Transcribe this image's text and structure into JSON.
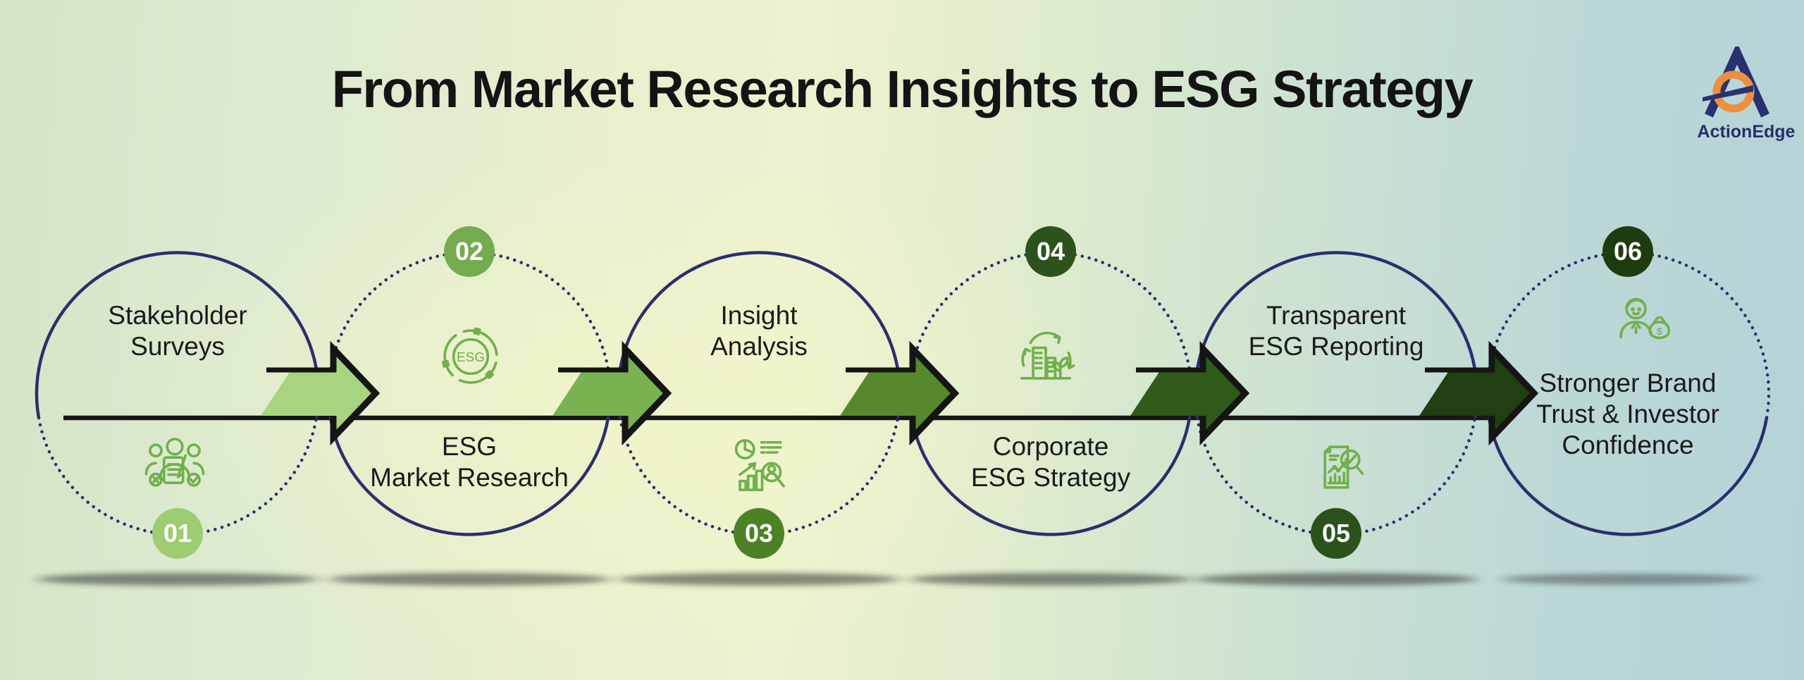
{
  "title": {
    "text": "From Market Research Insights to ESG Strategy",
    "color": "#141414"
  },
  "logo": {
    "brand": "ActionEdge",
    "navy": "#2a3170",
    "orange": "#ee8f3e"
  },
  "colors": {
    "circle": "#2b2f6e",
    "line": "#161616",
    "icon": "#70b04b",
    "background_left": "#d5e4c6",
    "background_center": "#edf2cf",
    "background_right": "#b4d3d8"
  },
  "steps": [
    {
      "number": "01",
      "label": "Stakeholder\nSurveys",
      "badge_color": "#9dcc72",
      "icon": "survey-people"
    },
    {
      "number": "02",
      "label": "ESG\nMarket Research",
      "badge_color": "#74ac4d",
      "icon": "esg-ring",
      "icon_text": "ESG"
    },
    {
      "number": "03",
      "label": "Insight\nAnalysis",
      "badge_color": "#4c8226",
      "icon": "insight-analytics"
    },
    {
      "number": "04",
      "label": "Corporate\nESG Strategy",
      "badge_color": "#2d531d",
      "icon": "green-building"
    },
    {
      "number": "05",
      "label": "Transparent\nESG Reporting",
      "badge_color": "#2b521b",
      "icon": "esg-report"
    },
    {
      "number": "06",
      "label": "Stronger Brand\nTrust & Investor\nConfidence",
      "badge_color": "#1f3c11",
      "icon": "investor",
      "icon_text": "$"
    }
  ],
  "arrows": [
    {
      "color": "#a8d480"
    },
    {
      "color": "#7ab151"
    },
    {
      "color": "#55892c"
    },
    {
      "color": "#2f5a19"
    },
    {
      "color": "#213f10"
    }
  ]
}
